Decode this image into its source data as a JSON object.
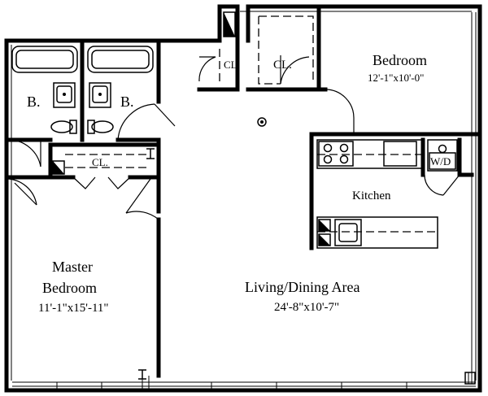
{
  "rooms": {
    "bedroom": {
      "name": "Bedroom",
      "dims": "12'-1\"x10'-0\""
    },
    "bedroom_closet": "CL.",
    "hall_closet": "CL.",
    "bath_left": "B.",
    "bath_right": "B.",
    "master_closet": "CL.",
    "kitchen": "Kitchen",
    "washer_dryer": "W/D",
    "master": {
      "name_line1": "Master",
      "name_line2": "Bedroom",
      "dims": "11'-1\"x15'-11\""
    },
    "living": {
      "name": "Living/Dining Area",
      "dims": "24'-8\"x10'-7\""
    }
  }
}
